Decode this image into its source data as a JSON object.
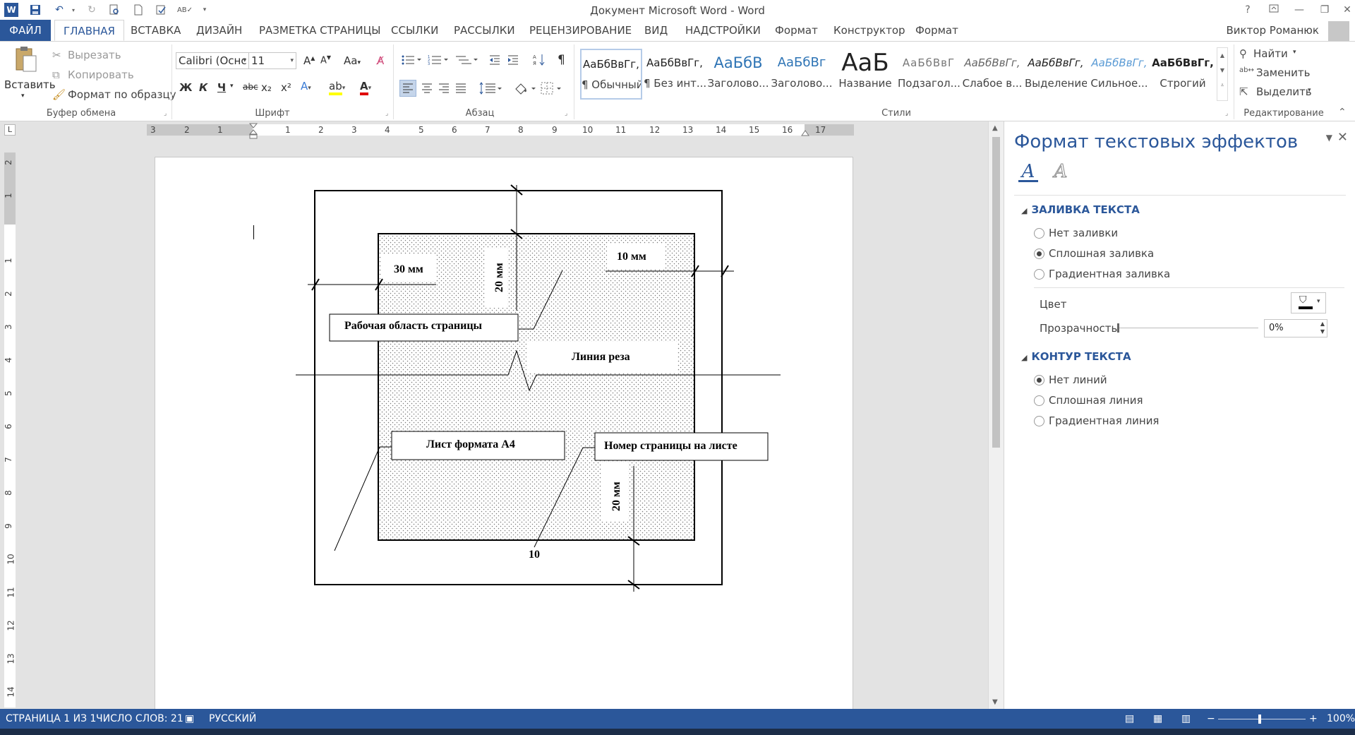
{
  "window": {
    "title": "Документ Microsoft Word - Word",
    "help": "?",
    "controls": [
      "ribbon-display",
      "minimize",
      "restore",
      "close"
    ]
  },
  "quick_access": [
    "word-logo-icon",
    "save-icon",
    "undo-icon",
    "redo-icon",
    "print-preview-icon",
    "new-document-icon",
    "track-icon",
    "spelling-icon",
    "customize-icon"
  ],
  "tabs": {
    "file": "ФАЙЛ",
    "items": [
      "ГЛАВНАЯ",
      "ВСТАВКА",
      "ДИЗАЙН",
      "РАЗМЕТКА СТРАНИЦЫ",
      "ССЫЛКИ",
      "РАССЫЛКИ",
      "РЕЦЕНЗИРОВАНИЕ",
      "ВИД",
      "НАДСТРОЙКИ",
      "Формат",
      "Конструктор",
      "Формат"
    ],
    "active": "ГЛАВНАЯ"
  },
  "user": {
    "name": "Виктор Романюк"
  },
  "ribbon": {
    "clipboard": {
      "label": "Буфер обмена",
      "paste": "Вставить",
      "cut": "Вырезать",
      "copy": "Копировать",
      "format_painter": "Формат по образцу"
    },
    "font": {
      "label": "Шрифт",
      "font_name": "Calibri (Оснс",
      "font_size": "11",
      "bold": "Ж",
      "italic": "К",
      "underline": "Ч",
      "strike": "abc",
      "subscript": "x₂",
      "superscript": "x²",
      "case": "Aa"
    },
    "paragraph": {
      "label": "Абзац"
    },
    "styles": {
      "label": "Стили",
      "items": [
        {
          "preview": "АаБбВвГг,",
          "name": "¶ Обычный",
          "selected": true
        },
        {
          "preview": "АаБбВвГг,",
          "name": "¶ Без инт..."
        },
        {
          "preview": "АаБбВ",
          "name": "Заголово..."
        },
        {
          "preview": "АаБбВг",
          "name": "Заголово..."
        },
        {
          "preview": "АаБ",
          "name": "Название"
        },
        {
          "preview": "АаБбВвГ",
          "name": "Подзагол..."
        },
        {
          "preview": "АаБбВвГг,",
          "name": "Слабое в..."
        },
        {
          "preview": "АаБбВвГг,",
          "name": "Выделение"
        },
        {
          "preview": "АаБбВвГг,",
          "name": "Сильное..."
        },
        {
          "preview": "АаБбВвГг,",
          "name": "Строгий"
        }
      ]
    },
    "editing": {
      "label": "Редактирование",
      "find": "Найти",
      "replace": "Заменить",
      "select": "Выделить"
    }
  },
  "ruler": {
    "horizontal": [
      "3",
      "2",
      "1",
      "1",
      "2",
      "3",
      "4",
      "5",
      "6",
      "7",
      "8",
      "9",
      "10",
      "11",
      "12",
      "13",
      "14",
      "15",
      "16",
      "17"
    ],
    "vertical": [
      "2",
      "1",
      "1",
      "2",
      "3",
      "4",
      "5",
      "6",
      "7",
      "8",
      "9",
      "10",
      "11",
      "12",
      "13",
      "14"
    ],
    "corner": "L"
  },
  "diagram": {
    "labels": {
      "mm30": "30 мм",
      "mm20_top": "20 мм",
      "mm10": "10 мм",
      "work_area": "Рабочая область страницы",
      "cut_line": "Линия реза",
      "a4_sheet": "Лист формата А4",
      "page_number": "Номер страницы на листе",
      "mm20_bottom": "20 мм",
      "ten": "10"
    }
  },
  "pane": {
    "title": "Формат текстовых эффектов",
    "fill_section": "ЗАЛИВКА ТЕКСТА",
    "fill_options": [
      {
        "label": "Нет заливки",
        "checked": false
      },
      {
        "label": "Сплошная заливка",
        "checked": true
      },
      {
        "label": "Градиентная заливка",
        "checked": false
      }
    ],
    "color_label": "Цвет",
    "transparency_label": "Прозрачность",
    "transparency_value": "0%",
    "outline_section": "КОНТУР ТЕКСТА",
    "outline_options": [
      {
        "label": "Нет линий",
        "checked": true
      },
      {
        "label": "Сплошная линия",
        "checked": false
      },
      {
        "label": "Градиентная линия",
        "checked": false
      }
    ]
  },
  "status": {
    "page": "СТРАНИЦА 1 ИЗ 1",
    "words": "ЧИСЛО СЛОВ: 21",
    "language": "РУССКИЙ",
    "zoom": "100%",
    "zoom_minus": "−",
    "zoom_plus": "+"
  }
}
